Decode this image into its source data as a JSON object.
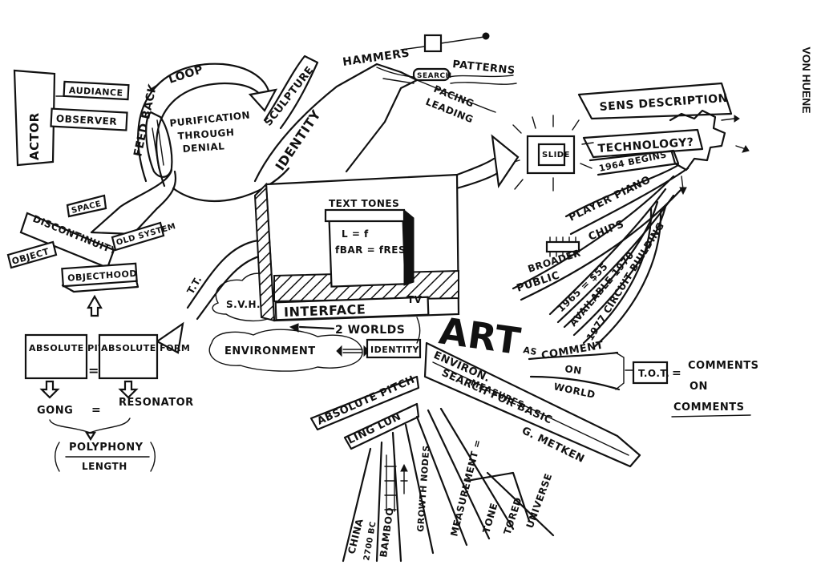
{
  "author": "VON HUENE",
  "labels": {
    "actor": "ACTOR",
    "audiance": "AUDIANCE",
    "observer": "OBSERVER",
    "feed_back": "FEED BACK",
    "loop": "LOOP",
    "purification": "PURIFICATION",
    "through": "THROUGH",
    "denial": "DENIAL",
    "sculpture": "SCULPTURE",
    "identity": "IDENTITY",
    "hammers": "HAMMERS",
    "search": "SEARCH",
    "patterns": "PATTERNS",
    "pacing": "PACING",
    "leading": "LEADING",
    "sens_description": "SENS DESCRIPTION",
    "slide": "SLIDE",
    "technology": "TECHNOLOGY?",
    "begins": "1964 BEGINS",
    "player_piano": "PLAYER PIANO",
    "chips": "CHIPS",
    "broader": "BROADER",
    "public": "PUBLIC",
    "year_1965": "1965 = $55",
    "available": "AVAILABLE 1970",
    "circuit_building": "1977 CIRCUIT BUILDING",
    "discontinuity": "DISCONTINUITY",
    "space": "SPACE",
    "object": "OBJECT",
    "old_system": "OLD SYSTEM",
    "objecthood": "OBJECTHOOD",
    "text_tones": "TEXT TONES",
    "formula_1": "L = f",
    "formula_2": "fBAR = fRES",
    "interface": "INTERFACE",
    "tv": "TV",
    "svh": "S.V.H.",
    "tt": "T.T.",
    "two_worlds": "2 WORLDS",
    "environment": "ENVIRONMENT",
    "identity_short": "IDENTITY",
    "art": "ART",
    "as": "AS",
    "comment": "COMMENT",
    "on": "ON",
    "world": "WORLD",
    "tot": "T.O.T.",
    "comments": "COMMENTS",
    "on2": "ON",
    "comments2": "COMMENTS",
    "environ": "ENVIRON.",
    "search_for_basic": "SEARCH FOR BASIC",
    "measures": "MEASURES",
    "metken": "G. METKEN",
    "absolute_pitch_ray": "ABSOLUTE PITCH",
    "ling_lun": "LING LUN",
    "absolute_pitch_box": "ABSOLUTE PITCH",
    "absolute_form": "ABSOLUTE FORM",
    "equals": "=",
    "gong": "GONG",
    "resonator": "RESONATOR",
    "polyphony": "POLYPHONY",
    "length": "LENGTH",
    "china": "CHINA",
    "date": "2700 BC",
    "bamboo": "BAMBOO",
    "growth_nodes": "GROWTH NODES",
    "measurement": "MEASUREMENT =",
    "tone": "TONE",
    "tored": "TORED",
    "universe": "UNIVERSE"
  }
}
